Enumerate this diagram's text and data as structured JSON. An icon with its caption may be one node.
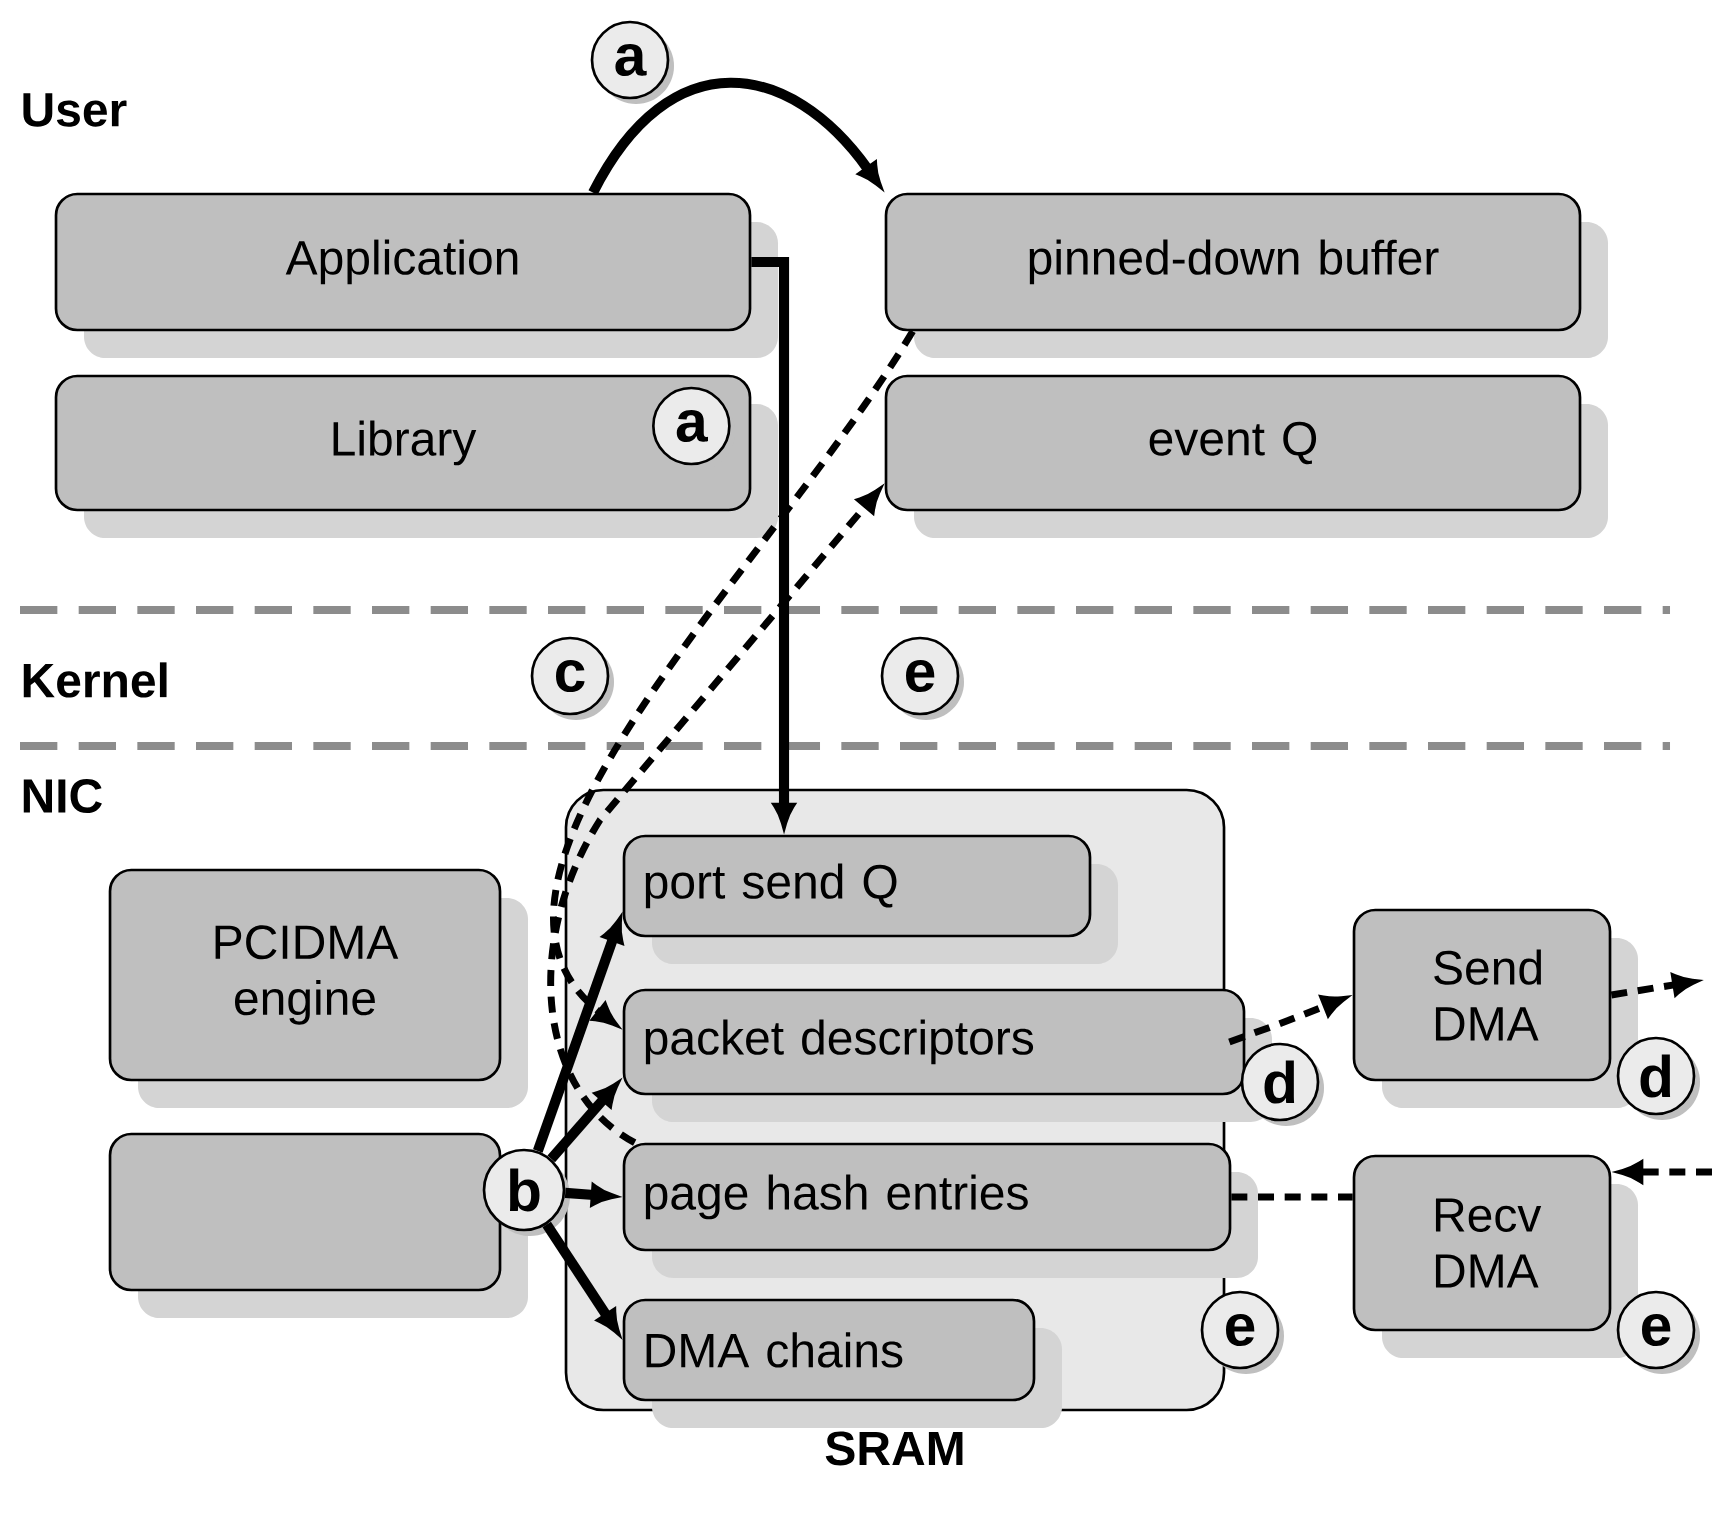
{
  "diagram": {
    "nodes": [
      {
        "text": [
          "Application"
        ]
      },
      {
        "text": [
          "pinned-down buffer"
        ]
      },
      {
        "text": [
          "Library"
        ]
      },
      {
        "text": [
          "event Q"
        ]
      },
      {
        "text": [
          "SRAM"
        ]
      },
      {
        "text": [
          "port send Q"
        ],
        "in": 4
      },
      {
        "text": [
          "packet descriptors"
        ],
        "in": 4
      },
      {
        "text": [
          "page hash entries"
        ],
        "in": 4
      },
      {
        "text": [
          "DMA chains"
        ],
        "in": 4
      },
      {
        "text": [
          "PCIDMA engine"
        ]
      },
      {
        "text": [
          "Send DMA"
        ]
      },
      {
        "text": [],
        "shape": "box"
      },
      {
        "text": [
          "Recv DMA"
        ]
      },
      {
        "text": [
          "b"
        ]
      },
      {
        "text": [
          "a"
        ]
      },
      {
        "text": [
          "a"
        ],
        "in": 2
      },
      {
        "text": [
          "c"
        ]
      },
      {
        "text": [
          "e"
        ]
      },
      {
        "text": [
          "d"
        ]
      },
      {
        "text": [
          "d"
        ]
      },
      {
        "text": [
          "e"
        ]
      },
      {
        "text": [
          "e"
        ]
      }
    ],
    "edges": [
      {
        "from": 0,
        "to": 1,
        "arrow": "to"
      },
      {
        "from": 0,
        "to": 5,
        "arrow": "to"
      },
      {
        "from": 1,
        "to": 6,
        "arrow": "to",
        "style": "dashed"
      },
      {
        "from": 7,
        "to": 3,
        "arrow": "to",
        "style": "dashed"
      },
      {
        "from": 6,
        "to": 10,
        "arrow": "to",
        "style": "dashed"
      },
      {
        "from": 10,
        "to": null,
        "arrow": "to",
        "style": "dashed"
      },
      {
        "from": null,
        "to": 12,
        "arrow": "to",
        "style": "dashed"
      },
      {
        "from": 7,
        "to": 12,
        "arrow": "none",
        "style": "dashed"
      },
      {
        "from": 13,
        "to": 5,
        "arrow": "to"
      },
      {
        "from": 13,
        "to": 6,
        "arrow": "to"
      },
      {
        "from": 13,
        "to": 7,
        "arrow": "to"
      },
      {
        "from": 13,
        "to": 8,
        "arrow": "to"
      }
    ],
    "labels": [
      "User",
      "Kernel",
      "NIC"
    ]
  }
}
